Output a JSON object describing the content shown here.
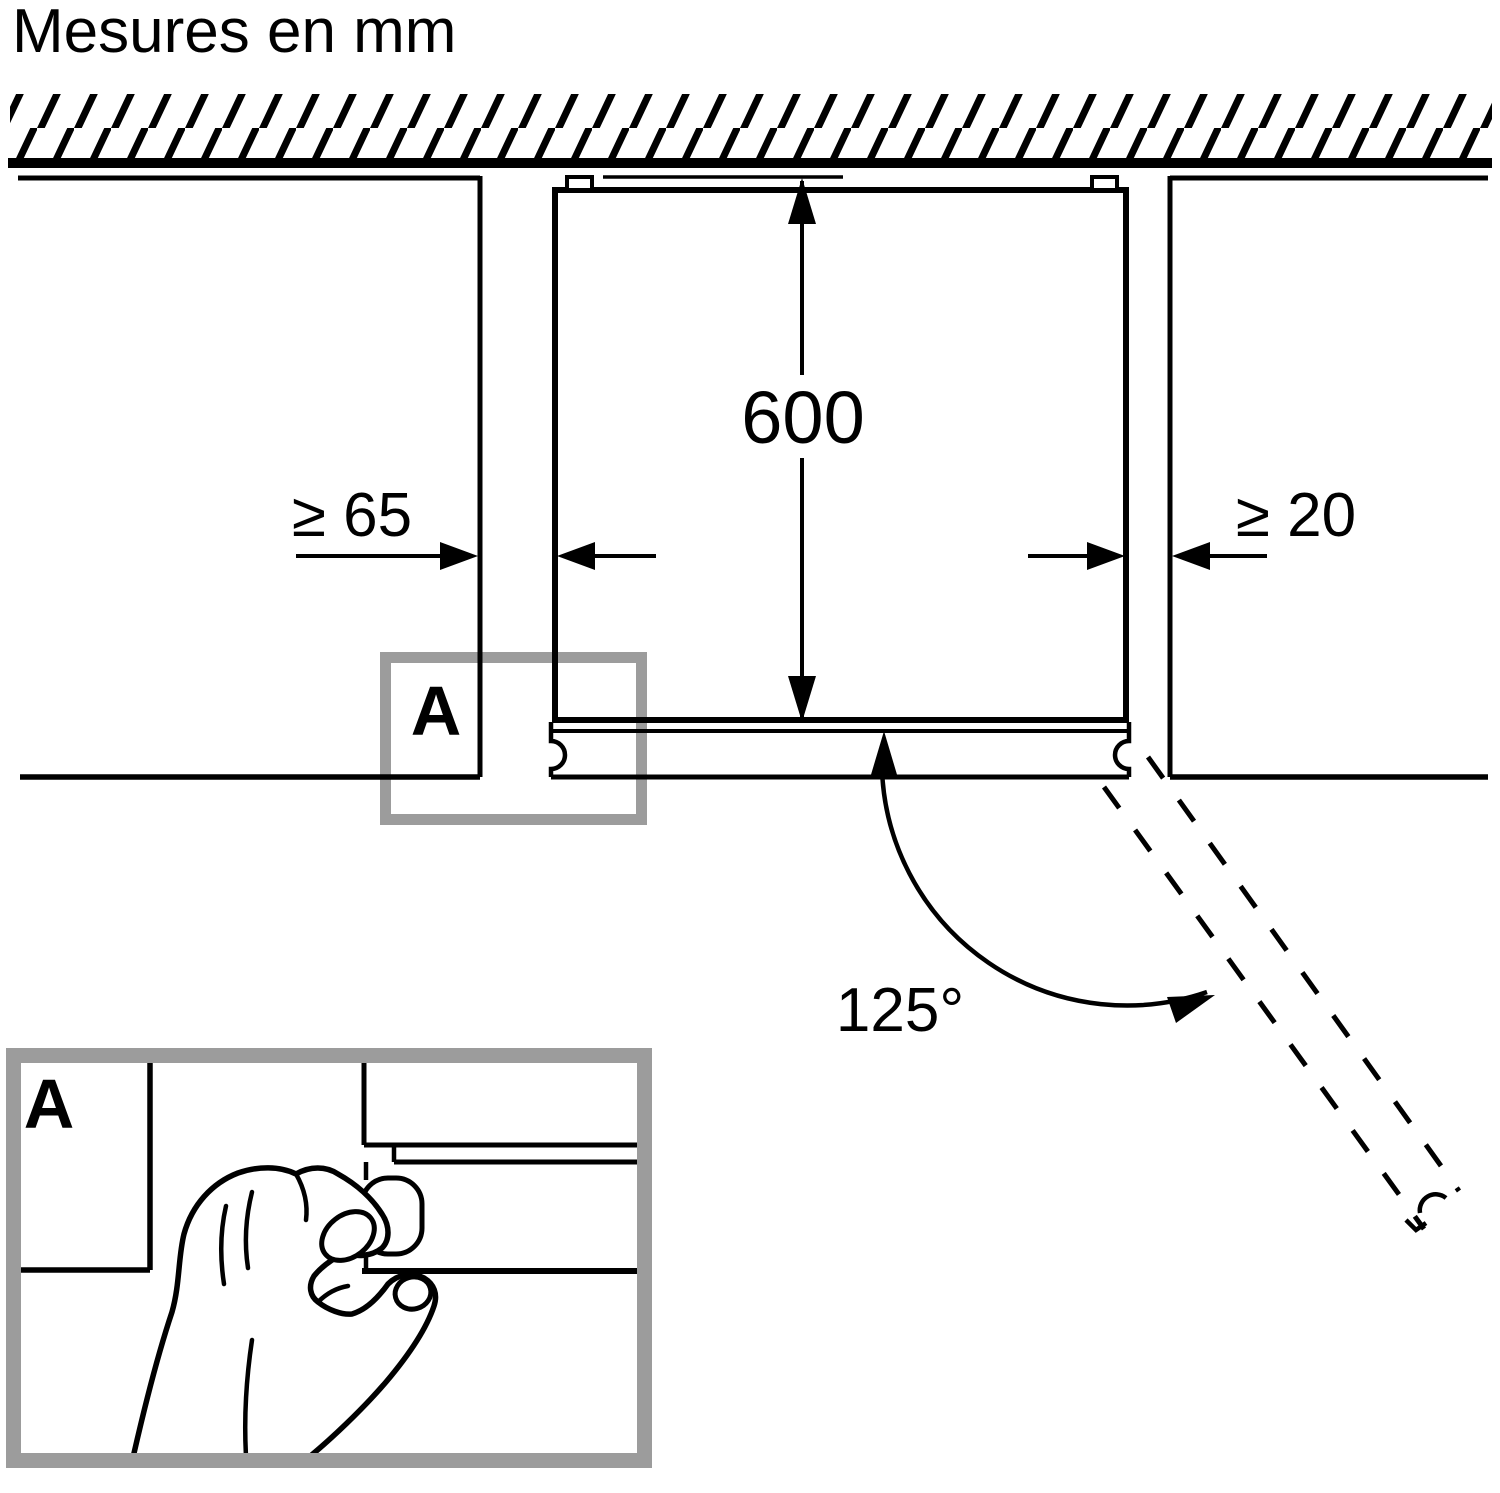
{
  "title": "Mesures en mm",
  "diagram": {
    "unit_note": "Mesures en mm",
    "dimensions": {
      "niche_depth": "600",
      "hinge_side_clearance": "≥ 65",
      "wall_side_clearance": "≥ 20",
      "door_opening_angle": "125°"
    },
    "callout": {
      "label": "A"
    },
    "detail_view": {
      "label": "A"
    }
  },
  "colors": {
    "ink": "#000000",
    "callout_border": "#9c9c9c",
    "background": "#ffffff"
  }
}
